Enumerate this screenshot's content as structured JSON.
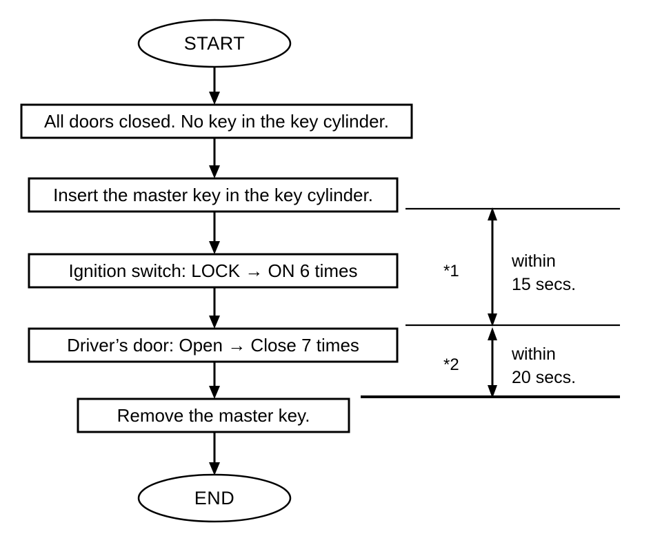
{
  "diagram": {
    "title": "Key reminder / programming procedure flowchart",
    "type": "flowchart",
    "background_color": "#ffffff",
    "line_color": "#000000",
    "nodes": [
      {
        "id": "start",
        "shape": "ellipse",
        "label": "START"
      },
      {
        "id": "step1",
        "shape": "rectangle",
        "label": "All doors closed. No key in the key cylinder."
      },
      {
        "id": "step2",
        "shape": "rectangle",
        "label": "Insert the master key in the key cylinder."
      },
      {
        "id": "step3",
        "shape": "rectangle",
        "label": "Ignition switch: LOCK → ON 6 times"
      },
      {
        "id": "step4",
        "shape": "rectangle",
        "label": "Driver’s door: Open → Close 7 times"
      },
      {
        "id": "step5",
        "shape": "rectangle",
        "label": "Remove the master key."
      },
      {
        "id": "end",
        "shape": "ellipse",
        "label": "END"
      }
    ],
    "timing_notes": [
      {
        "id": "note1",
        "ref": "*1",
        "line1": "within",
        "line2": "15 secs.",
        "spans_from": "step2",
        "spans_to": "step4"
      },
      {
        "id": "note2",
        "ref": "*2",
        "line1": "within",
        "line2": "20 secs.",
        "spans_from": "step4",
        "spans_to": "step5"
      }
    ]
  }
}
